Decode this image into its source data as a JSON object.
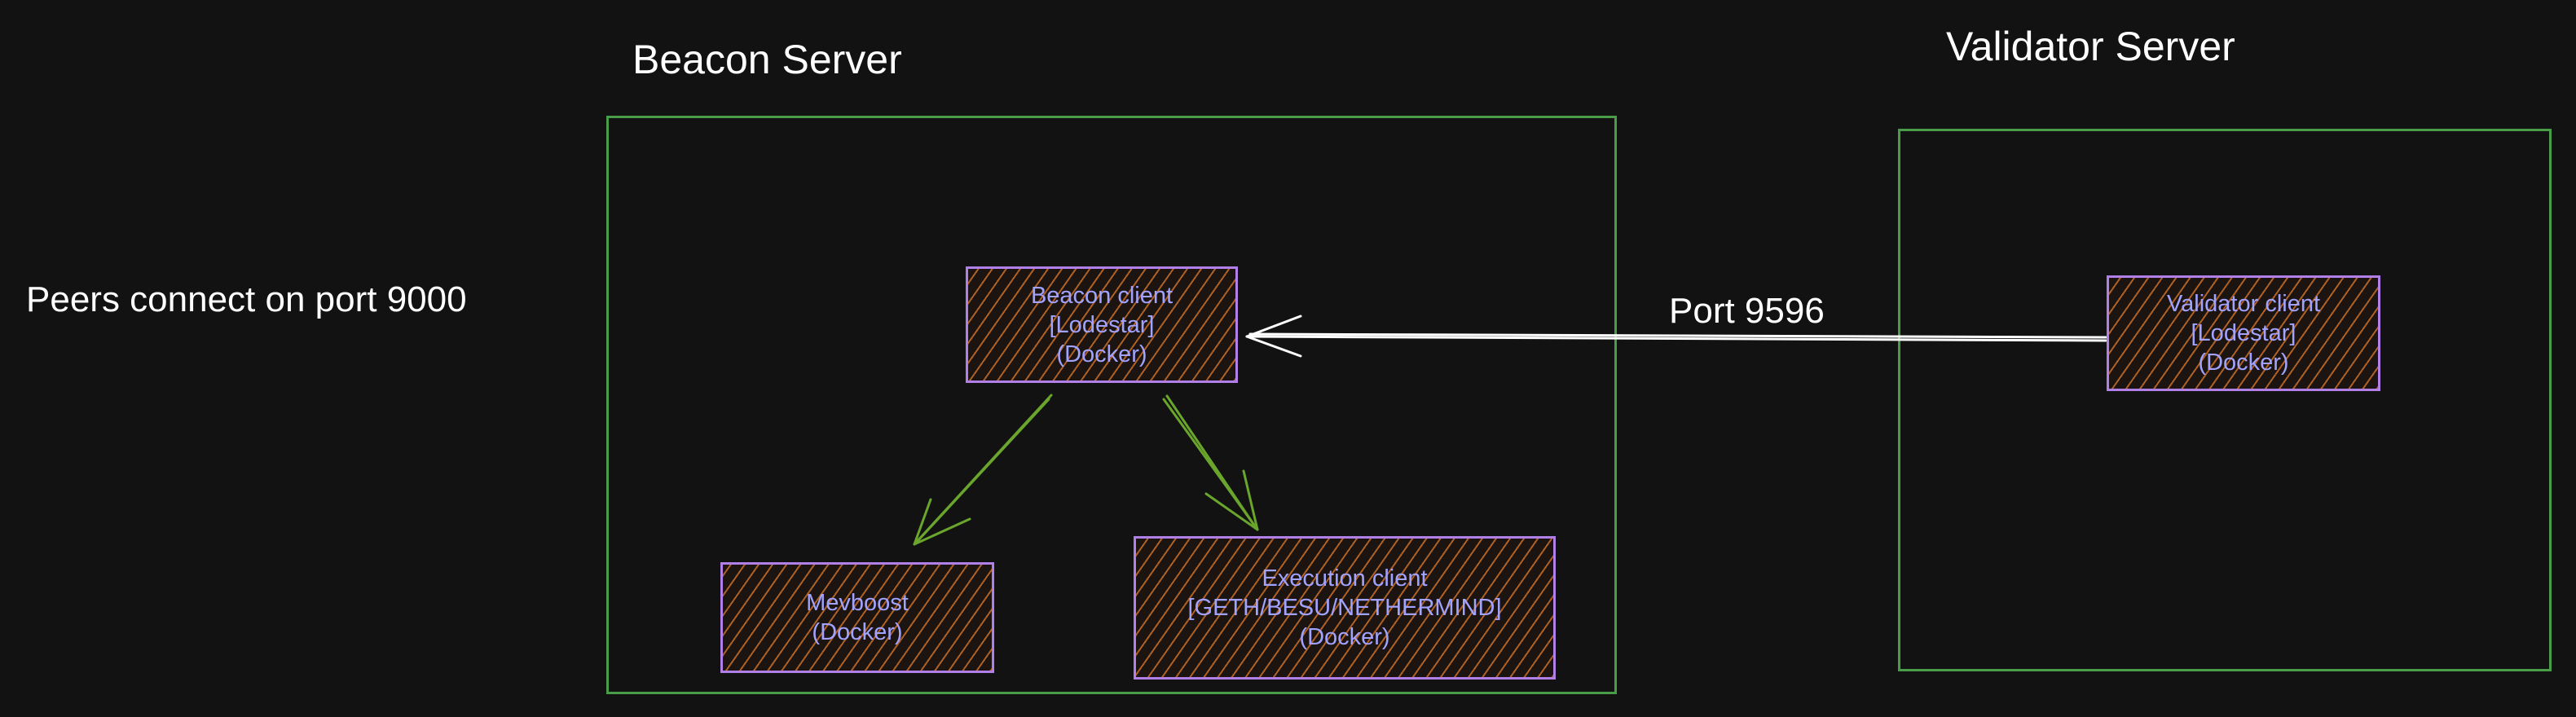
{
  "side_note": "Peers connect on port 9000",
  "beacon_server": {
    "title": "Beacon Server",
    "beacon_client": {
      "line1": "Beacon client",
      "line2": "[Lodestar]",
      "line3": "(Docker)"
    },
    "mevboost": {
      "line1": "Mevboost",
      "line2": "(Docker)"
    },
    "execution_client": {
      "line1": "Execution client",
      "line2": "[GETH/BESU/NETHERMIND]",
      "line3": "(Docker)"
    }
  },
  "validator_server": {
    "title": "Validator Server",
    "validator_client": {
      "line1": "Validator client",
      "line2": "[Lodestar]",
      "line3": "(Docker)"
    }
  },
  "connection": {
    "port_label": "Port 9596"
  },
  "colors": {
    "background": "#121212",
    "server_border": "#4a9d48",
    "node_border": "#b07fe8",
    "node_text": "#a2a2ff",
    "node_hatch": "#c86e28",
    "internal_arrow": "#6aa52c",
    "port_arrow": "#ffffff"
  }
}
